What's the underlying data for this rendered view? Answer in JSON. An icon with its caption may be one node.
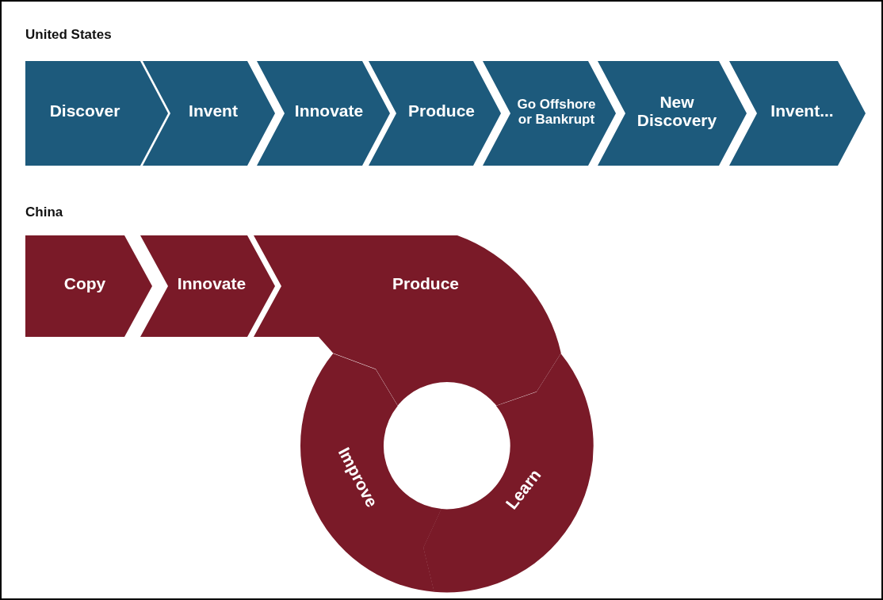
{
  "diagram": {
    "nodes": [
      {
        "text": [
          "Discover"
        ]
      },
      {
        "text": [
          "Invent"
        ]
      },
      {
        "text": [
          "Innovate"
        ]
      },
      {
        "text": [
          "Produce"
        ]
      },
      {
        "text": [
          "Go Offshore or Bankrupt"
        ]
      },
      {
        "text": [
          "New Discovery"
        ]
      },
      {
        "text": [
          "Invent..."
        ]
      },
      {
        "text": [
          "Copy"
        ]
      },
      {
        "text": [
          "Innovate"
        ]
      },
      {
        "text": [
          "Produce"
        ]
      },
      {
        "text": [
          "Learn"
        ]
      },
      {
        "text": [
          "Improve"
        ]
      }
    ],
    "labels": [
      "United States",
      "China"
    ]
  }
}
